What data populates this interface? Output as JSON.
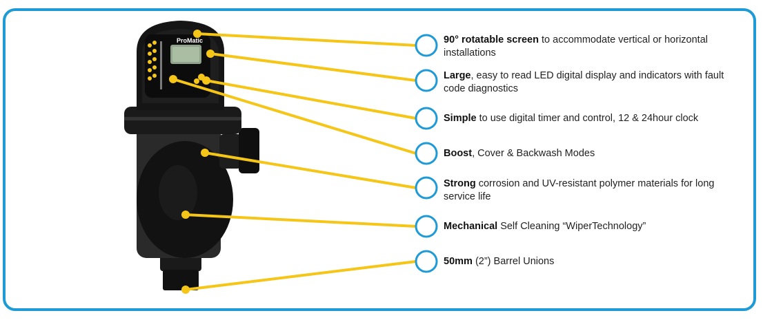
{
  "colors": {
    "frame_border": "#1e9ad6",
    "bullet_ring": "#1e9ad6",
    "callout_line": "#f5c518",
    "product_body": "#141414"
  },
  "product": {
    "brand_label": "ProMatic"
  },
  "features": [
    {
      "bold": "90° rotatable screen",
      "rest": " to accommodate vertical or horizontal installations"
    },
    {
      "bold": "Large",
      "rest": ", easy to read LED digital display and indicators with fault code diagnostics"
    },
    {
      "bold": "Simple",
      "rest": " to use digital timer and control, 12 & 24hour clock"
    },
    {
      "bold": "Boost",
      "rest": ", Cover & Backwash Modes"
    },
    {
      "bold": "Strong",
      "rest": " corrosion and UV-resistant polymer materials for long service life"
    },
    {
      "bold": "Mechanical",
      "rest": " Self Cleaning “WiperTechnology”"
    },
    {
      "bold": "50mm",
      "rest": " (2”) Barrel Unions"
    }
  ]
}
